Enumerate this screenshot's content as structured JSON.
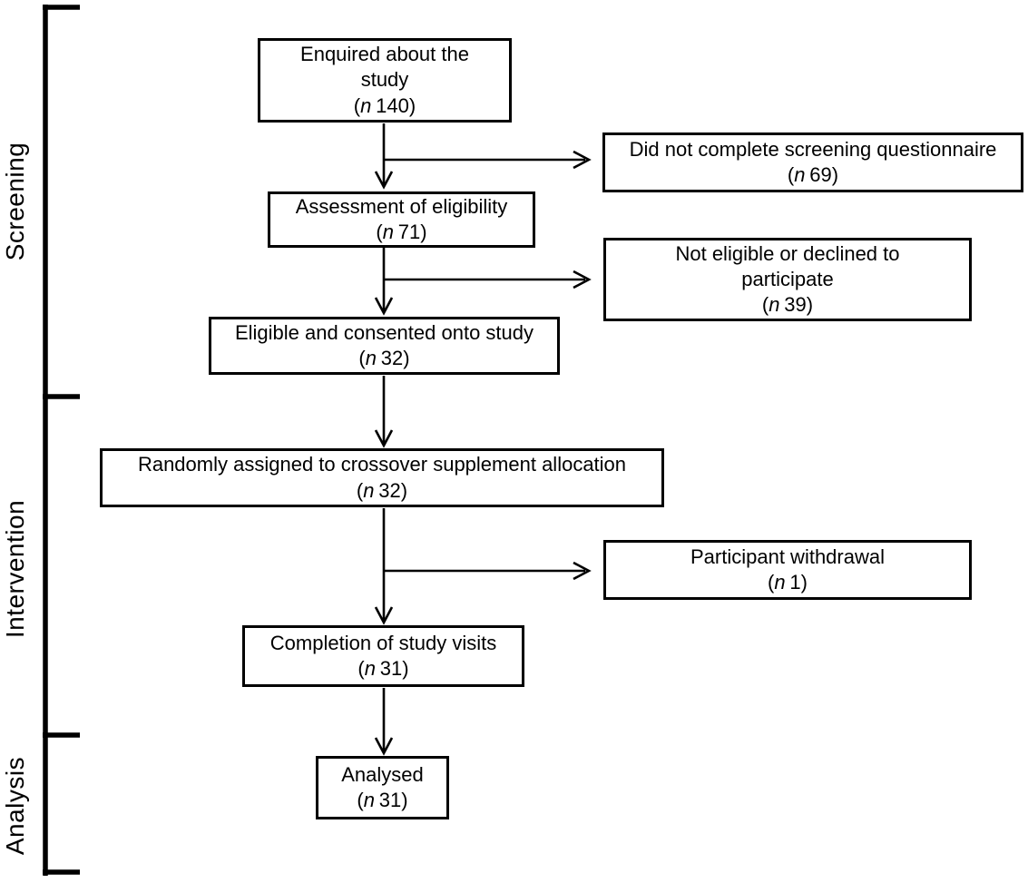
{
  "figure": {
    "sections": [
      {
        "label": "Screening"
      },
      {
        "label": "Intervention"
      },
      {
        "label": "Analysis"
      }
    ],
    "format": {
      "open_paren": "(",
      "n_symbol": "n",
      "close_paren": ")"
    },
    "nodes": [
      {
        "id": "enquired",
        "lines": [
          "Enquired about the",
          "study"
        ],
        "n": "140"
      },
      {
        "id": "screening-dropout",
        "lines": [
          "Did not complete screening questionnaire"
        ],
        "n": "69"
      },
      {
        "id": "assessment",
        "lines": [
          "Assessment of eligibility"
        ],
        "n": "71"
      },
      {
        "id": "not-eligible",
        "lines": [
          "Not eligible or declined to",
          "participate"
        ],
        "n": "39"
      },
      {
        "id": "consented",
        "lines": [
          "Eligible and consented onto study"
        ],
        "n": "32"
      },
      {
        "id": "randomised",
        "lines": [
          "Randomly assigned to crossover supplement allocation"
        ],
        "n": "32"
      },
      {
        "id": "withdrawal",
        "lines": [
          "Participant withdrawal"
        ],
        "n": "1"
      },
      {
        "id": "completion",
        "lines": [
          "Completion of study visits"
        ],
        "n": "31"
      },
      {
        "id": "analysed",
        "lines": [
          "Analysed"
        ],
        "n": "31"
      }
    ],
    "colors": {
      "ink": "#000000",
      "background": "#ffffff"
    }
  }
}
